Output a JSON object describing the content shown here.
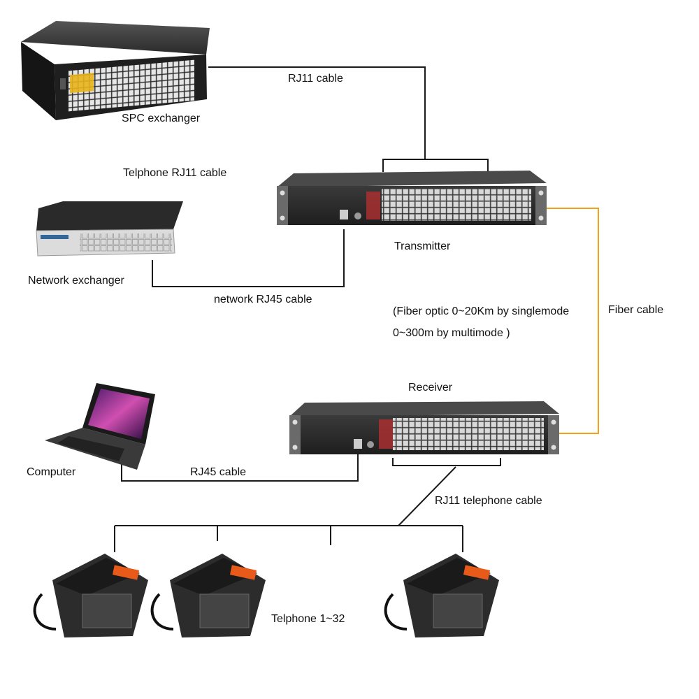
{
  "labels": {
    "spc_exchanger": "SPC exchanger",
    "rj11_cable": "RJ11 cable",
    "telphone_rj11_cable": "Telphone RJ11 cable",
    "network_exchanger": "Network exchanger",
    "network_rj45_cable": "network RJ45 cable",
    "transmitter": "Transmitter",
    "fiber_note_line1": "(Fiber optic 0~20Km by singlemode",
    "fiber_note_line2": "0~300m by multimode )",
    "fiber_cable": "Fiber cable",
    "receiver": "Receiver",
    "computer": "Computer",
    "rj45_cable": "RJ45 cable",
    "rj11_telephone_cable": "RJ11 telephone cable",
    "telephones": "Telphone 1~32"
  },
  "colors": {
    "cable": "#1a1a1a",
    "fiber": "#f0a21c",
    "device_body": "#2b2b2b",
    "port": "#d9d9d9",
    "accent_port": "#e8b21a"
  }
}
